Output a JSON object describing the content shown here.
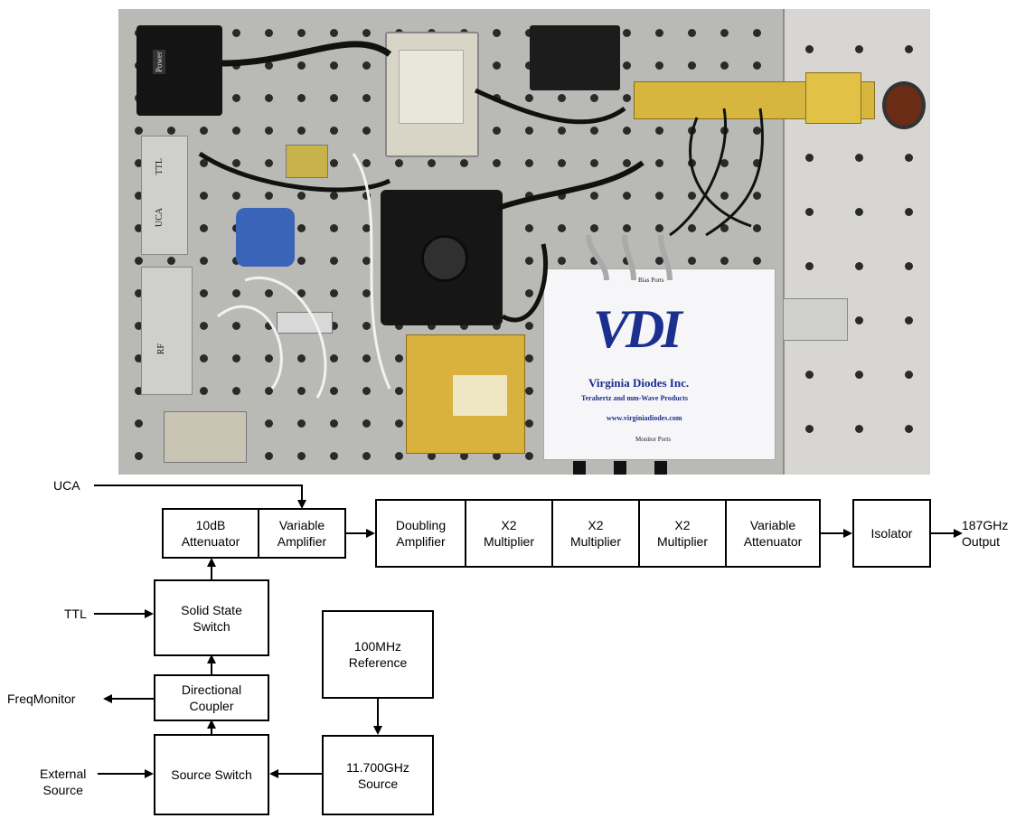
{
  "photo": {
    "labels": {
      "power": "Power",
      "ttl": "TTL",
      "uca": "UCA",
      "rf": "RF",
      "vdi_logo": "VDI",
      "vdi_name": "Virginia Diodes Inc.",
      "vdi_tagline": "Terahertz and mm-Wave Products",
      "vdi_url": "www.virginiadiodes.com",
      "vdi_top": "Bias Ports",
      "vdi_bottom": "Monitor Ports"
    }
  },
  "diagram": {
    "inputs": {
      "uca": "UCA",
      "ttl": "TTL",
      "freq_monitor": "FreqMonitor",
      "external_source": "External\nSource"
    },
    "output": "187GHz\nOutput",
    "blocks": {
      "attenuator_10db": "10dB\nAttenuator",
      "variable_amplifier": "Variable\nAmplifier",
      "doubling_amplifier": "Doubling\nAmplifier",
      "x2_multiplier_1": "X2\nMultiplier",
      "x2_multiplier_2": "X2\nMultiplier",
      "x2_multiplier_3": "X2\nMultiplier",
      "variable_attenuator": "Variable\nAttenuator",
      "isolator": "Isolator",
      "solid_state_switch": "Solid State\nSwitch",
      "directional_coupler": "Directional\nCoupler",
      "source_switch": "Source Switch",
      "reference_100mhz": "100MHz\nReference",
      "source_11700ghz": "11.700GHz\nSource"
    }
  }
}
